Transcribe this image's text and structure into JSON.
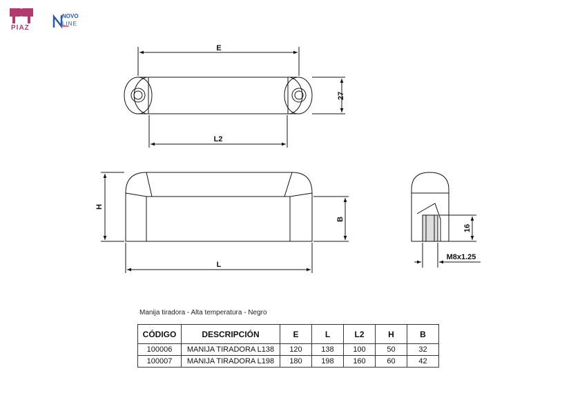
{
  "logos": {
    "brand1_text": "PIAZ",
    "brand2_novo": "NOVO",
    "brand2_line": "LINE",
    "brand1_color": "#b23a6e",
    "brand2_color": "#2b5aa8"
  },
  "dimensions": {
    "E": "E",
    "width_27": "27",
    "L2": "L2",
    "H": "H",
    "B": "B",
    "L": "L",
    "depth_16": "16",
    "thread": "M8x1.25"
  },
  "caption": "Manija tiradora - Alta temperatura - Negro",
  "table": {
    "headers": [
      "CÓDIGO",
      "DESCRIPCIÓN",
      "E",
      "L",
      "L2",
      "H",
      "B"
    ],
    "rows": [
      [
        "100006",
        "MANIJA TIRADORA L138",
        "120",
        "138",
        "100",
        "50",
        "32"
      ],
      [
        "100007",
        "MANIJA TIRADORA L198",
        "180",
        "198",
        "160",
        "60",
        "42"
      ]
    ]
  }
}
